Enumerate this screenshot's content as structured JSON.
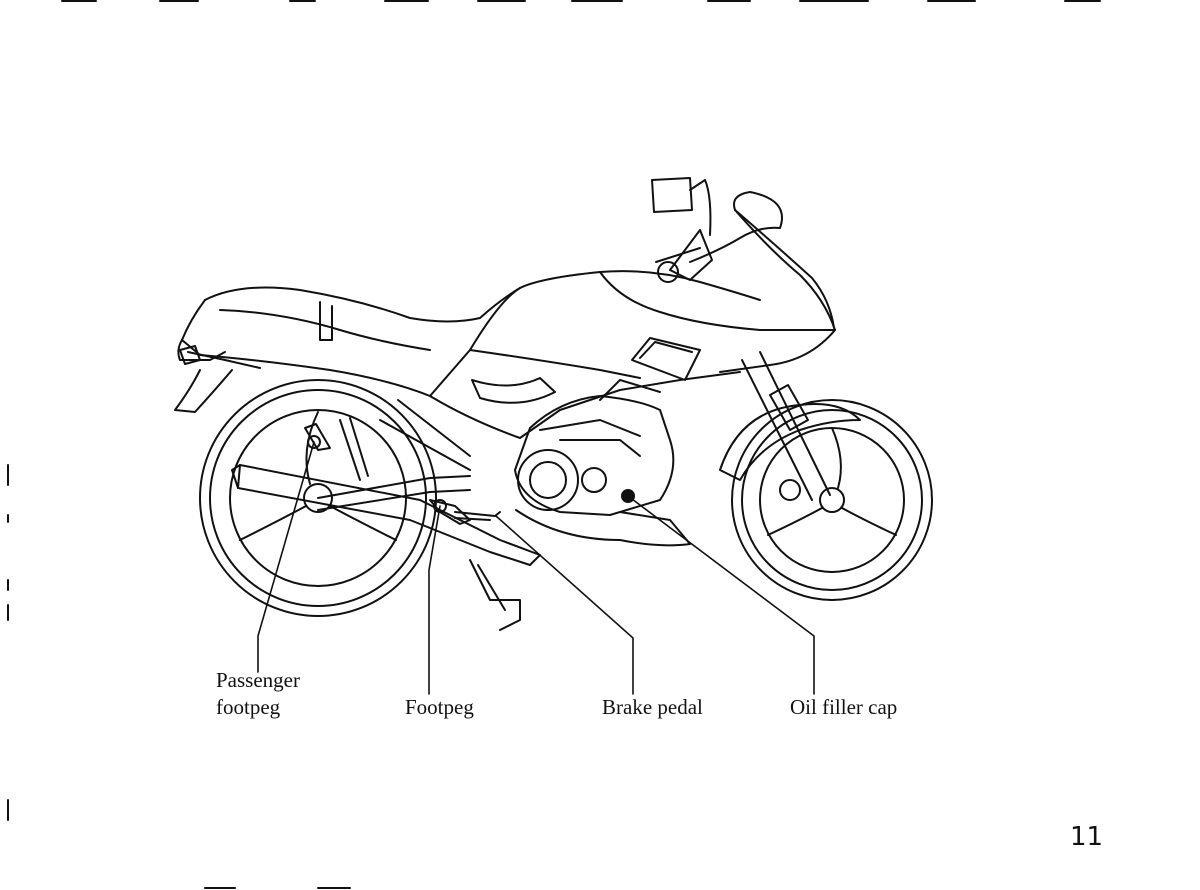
{
  "labels": {
    "passenger_footpeg_line1": "Passenger",
    "passenger_footpeg_line2": "footpeg",
    "footpeg": "Footpeg",
    "brake_pedal": "Brake pedal",
    "oil_filler_cap": "Oil filler cap"
  },
  "page_number": "11"
}
